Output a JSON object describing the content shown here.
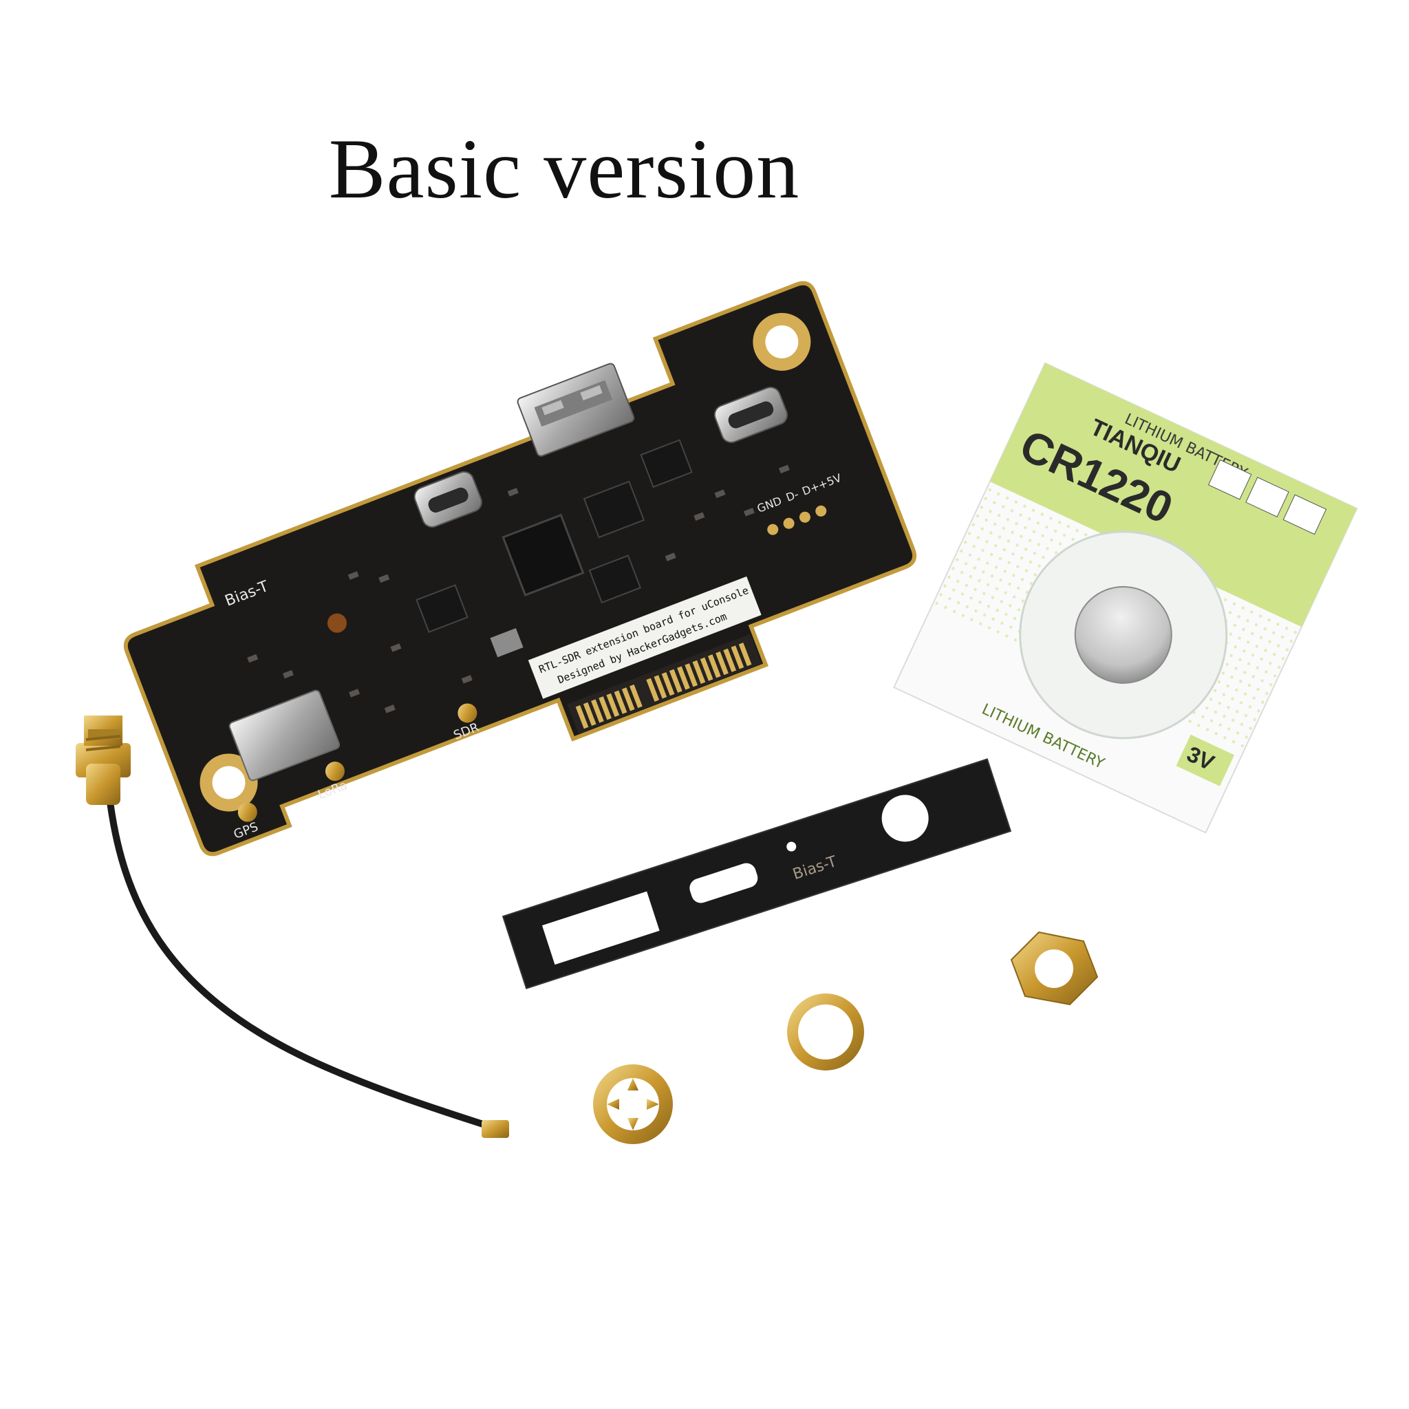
{
  "title": "Basic version",
  "board": {
    "bias_t": "Bias-T",
    "line1": "RTL-SDR extension board for uConsole",
    "line2": "Designed by HackerGadgets.com",
    "pin_gnd": "GND",
    "pin_dm": "D-",
    "pin_dp": "D+",
    "pin_5v": "+5V",
    "ant_gps": "GPS",
    "ant_lora": "LoRa",
    "ant_sdr": "SDR"
  },
  "bracket": {
    "label": "Bias-T"
  },
  "battery": {
    "model": "CR1220",
    "brand": "TIANQIU",
    "type": "LITHIUM BATTERY",
    "voltage": "3V"
  },
  "colors": {
    "pcb": "#1c1a18",
    "gold": "#d2a84a",
    "brass": "#c99a2e",
    "card_green": "#cfe38b",
    "cable": "#1a1a1a"
  }
}
